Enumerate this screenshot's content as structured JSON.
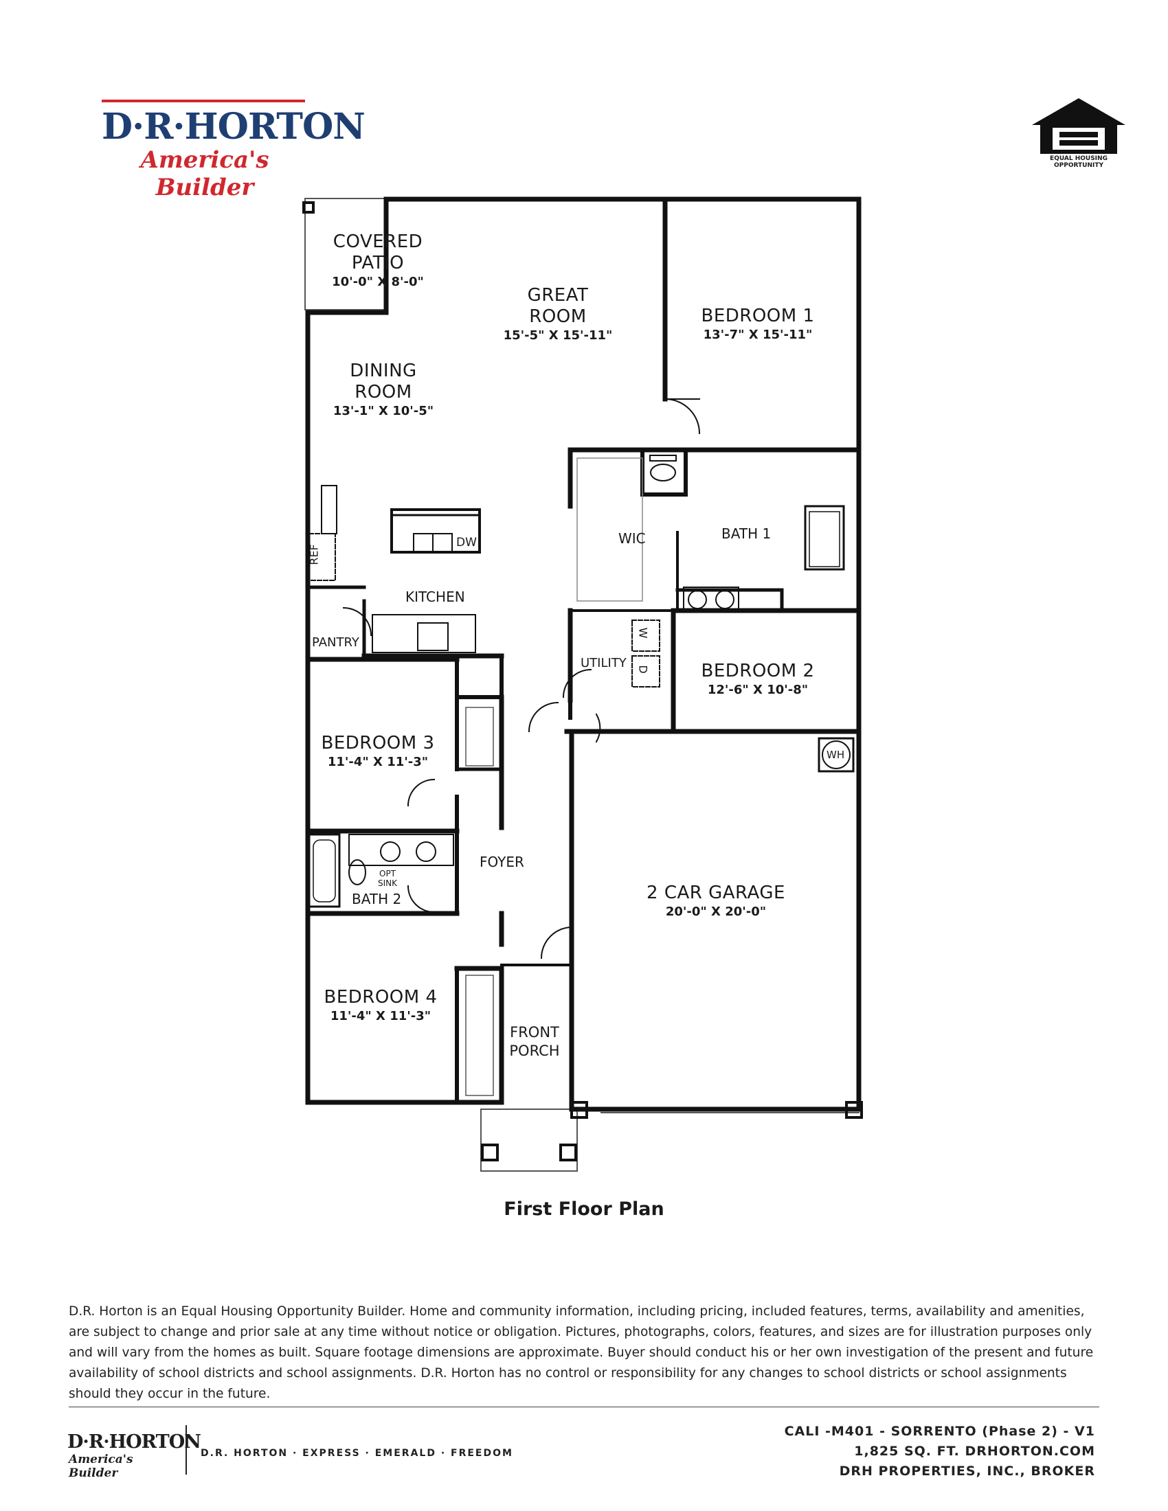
{
  "header": {
    "logo_main": "D·R·HORTON",
    "logo_tagline": "America's Builder",
    "eho_text_line1": "EQUAL HOUSING",
    "eho_text_line2": "OPPORTUNITY"
  },
  "rooms": {
    "covered_patio": {
      "name1": "COVERED",
      "name2": "PATIO",
      "dims": "10'-0\" X 8'-0\""
    },
    "great_room": {
      "name1": "GREAT",
      "name2": "ROOM",
      "dims": "15'-5\" X 15'-11\""
    },
    "bedroom1": {
      "name": "BEDROOM 1",
      "dims": "13'-7\" X 15'-11\""
    },
    "dining_room": {
      "name1": "DINING",
      "name2": "ROOM",
      "dims": "13'-1\" X 10'-5\""
    },
    "wic": "WIC",
    "bath1": "BATH 1",
    "ref": "REF",
    "dw": "DW",
    "kitchen": "KITCHEN",
    "pantry": "PANTRY",
    "utility": "UTILITY",
    "washer": "W",
    "dryer": "D",
    "bedroom2": {
      "name": "BEDROOM 2",
      "dims": "12'-6\" X 10'-8\""
    },
    "bedroom3": {
      "name": "BEDROOM 3",
      "dims": "11'-4\" X 11'-3\""
    },
    "wh": "WH",
    "opt_sink": {
      "line1": "OPT",
      "line2": "SINK"
    },
    "bath2": "BATH 2",
    "foyer": "FOYER",
    "garage": {
      "name": "2 CAR GARAGE",
      "dims": "20'-0\" X 20'-0\""
    },
    "bedroom4": {
      "name": "BEDROOM 4",
      "dims": "11'-4\" X 11'-3\""
    },
    "front_porch": {
      "name1": "FRONT",
      "name2": "PORCH"
    }
  },
  "plan_caption": "First Floor Plan",
  "disclaimer": {
    "line1": "D.R. Horton is an Equal Housing Opportunity Builder. Home and community information, including pricing, included features, terms, availability and amenities,",
    "line2": "are subject to change and prior sale at any time without notice or obligation. Pictures, photographs, colors, features, and sizes are for illustration purposes only",
    "line3": "and will vary from the homes as built. Square footage dimensions are approximate. Buyer should conduct his or her own investigation of the present and future",
    "line4": "availability of school districts and school assignments. D.R. Horton has no control or responsibility for any changes to school districts or school assignments",
    "line5": "should they occur in the future."
  },
  "footer": {
    "logo_main": "D·R·HORTON",
    "logo_tagline": "America's Builder",
    "brands": "D.R. HORTON · EXPRESS · EMERALD · FREEDOM",
    "plan_id": "CALI -M401 - SORRENTO (Phase 2)  - V1",
    "sqft": "1,825 SQ. FT.  DRHORTON.COM",
    "broker": "DRH PROPERTIES, INC., BROKER"
  }
}
